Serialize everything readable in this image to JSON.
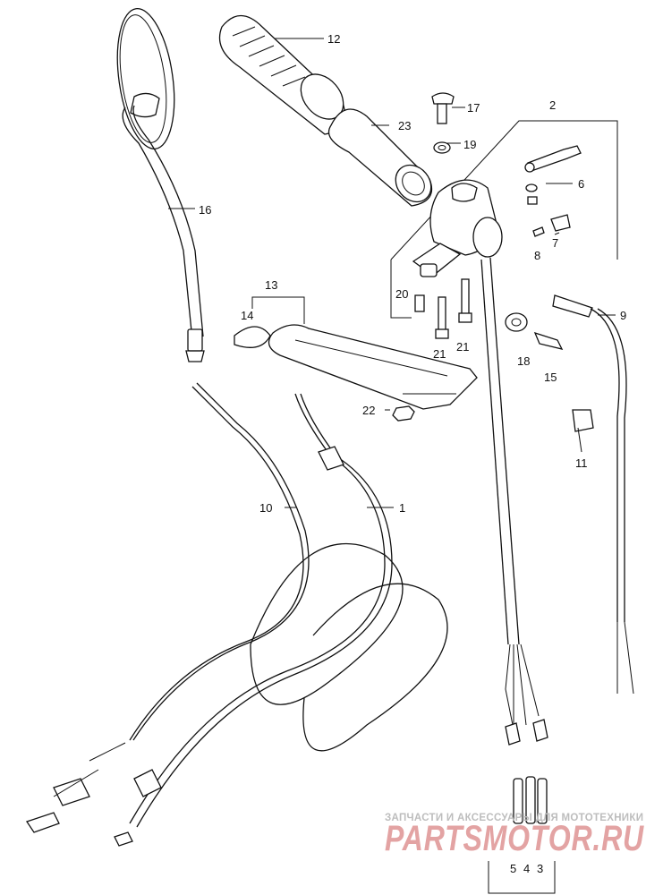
{
  "diagram": {
    "callouts": [
      {
        "id": "c12",
        "text": "12"
      },
      {
        "id": "c2",
        "text": "2"
      },
      {
        "id": "c17",
        "text": "17"
      },
      {
        "id": "c23",
        "text": "23"
      },
      {
        "id": "c19",
        "text": "19"
      },
      {
        "id": "c16",
        "text": "16"
      },
      {
        "id": "c6",
        "text": "6"
      },
      {
        "id": "c7",
        "text": "7"
      },
      {
        "id": "c8",
        "text": "8"
      },
      {
        "id": "c13",
        "text": "13"
      },
      {
        "id": "c14",
        "text": "14"
      },
      {
        "id": "c20",
        "text": "20"
      },
      {
        "id": "c21a",
        "text": "21"
      },
      {
        "id": "c21b",
        "text": "21"
      },
      {
        "id": "c9",
        "text": "9"
      },
      {
        "id": "c18",
        "text": "18"
      },
      {
        "id": "c15",
        "text": "15"
      },
      {
        "id": "c22",
        "text": "22"
      },
      {
        "id": "c11",
        "text": "11"
      },
      {
        "id": "c10",
        "text": "10"
      },
      {
        "id": "c1",
        "text": "1"
      },
      {
        "id": "c5",
        "text": "5"
      },
      {
        "id": "c4",
        "text": "4"
      },
      {
        "id": "c3",
        "text": "3"
      }
    ]
  },
  "watermark": {
    "tagline": "ЗАПЧАСТИ И АКСЕССУАРЫ ДЛЯ МОТОТЕХНИКИ",
    "brand": "PARTSMOTOR.RU"
  }
}
